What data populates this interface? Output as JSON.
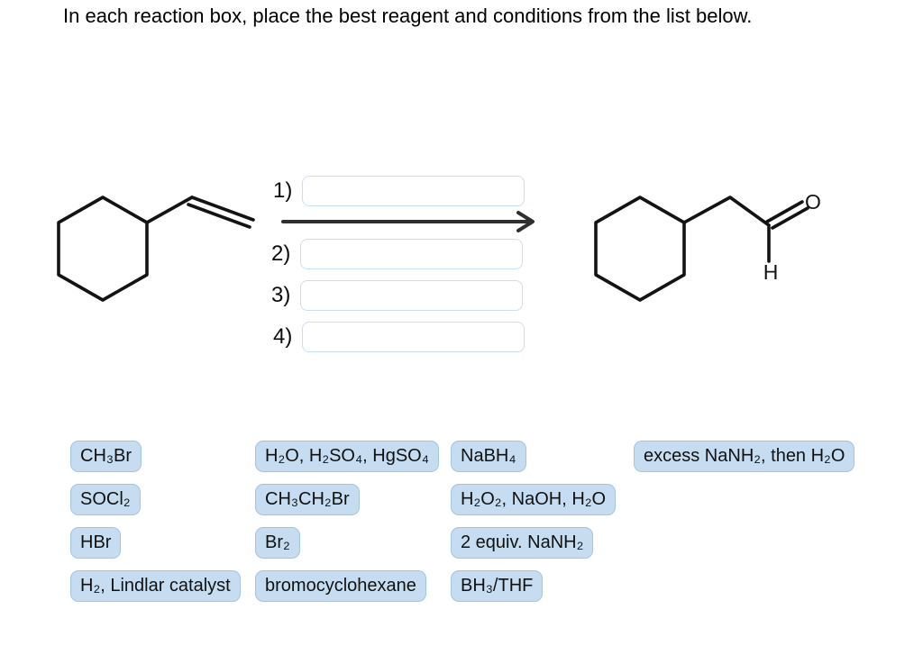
{
  "title": "In each reaction box, place the best reagent and conditions from the list below.",
  "reaction": {
    "steps": [
      {
        "label": "1)",
        "value": ""
      },
      {
        "label": "2)",
        "value": ""
      },
      {
        "label": "3)",
        "value": ""
      },
      {
        "label": "4)",
        "value": ""
      }
    ]
  },
  "molecules": {
    "product": {
      "oxygen_label": "O",
      "hydrogen_label": "H"
    }
  },
  "reagent_list": {
    "column1": [
      "CH₃Br",
      "SOCl₂",
      "HBr",
      "H₂, Lindlar catalyst"
    ],
    "column2": [
      "H₂O, H₂SO₄, HgSO₄",
      "CH₃CH₂Br",
      "Br₂",
      "bromocyclohexane"
    ],
    "column3": [
      "NaBH₄",
      "H₂O₂, NaOH, H₂O",
      "2 equiv. NaNH₂",
      "BH₃/THF"
    ],
    "column4": [
      "excess NaNH₂, then H₂O"
    ]
  },
  "colors": {
    "chip_background": "#c6ddf1",
    "chip_border": "#a4c4df",
    "input_border": "#cadef2",
    "arrow": "#2f2f2f",
    "structure": "#131313"
  }
}
